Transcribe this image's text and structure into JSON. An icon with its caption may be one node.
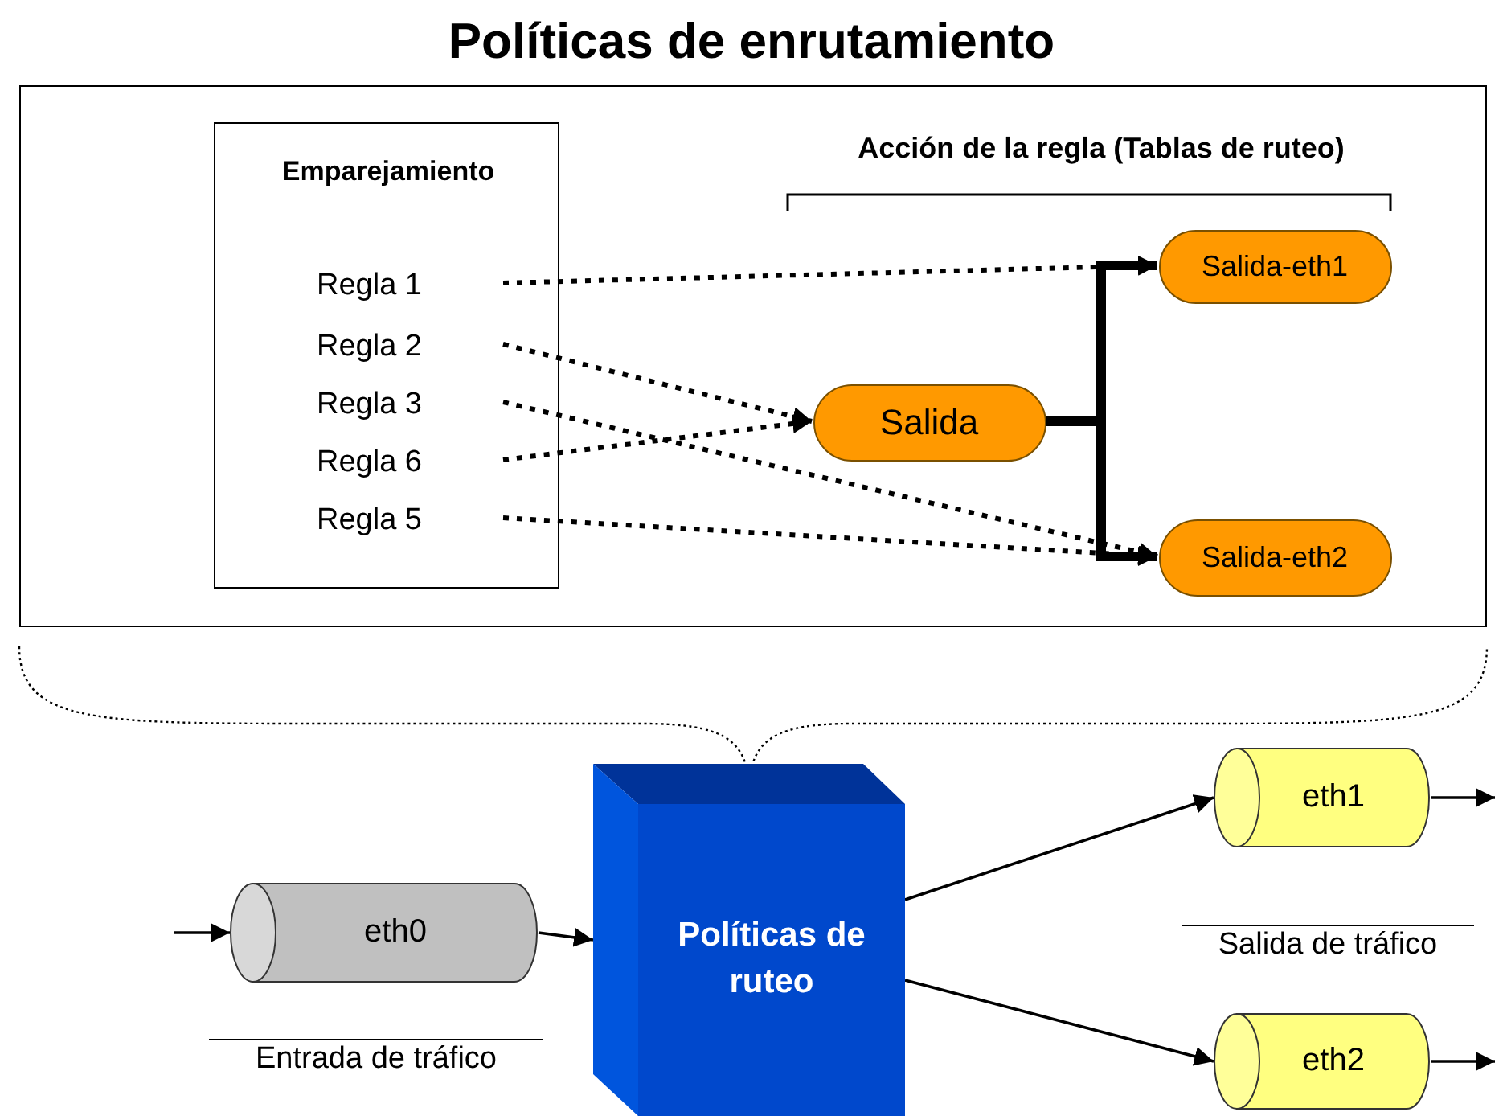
{
  "diagram": {
    "title": "Políticas de enrutamiento",
    "nodes": [
      {
        "text": [],
        "shape": "box"
      },
      {
        "text": [
          "Emparejamiento"
        ],
        "in": 0
      },
      {
        "text": [
          "Regla 1"
        ],
        "in": 1
      },
      {
        "text": [
          "Regla 2"
        ],
        "in": 1
      },
      {
        "text": [
          "Regla 3"
        ],
        "in": 1
      },
      {
        "text": [
          "Regla 6"
        ],
        "in": 1
      },
      {
        "text": [
          "Regla 5"
        ],
        "in": 1
      },
      {
        "text": [
          "Salida"
        ],
        "in": 0
      },
      {
        "text": [
          "Salida-eth1"
        ],
        "in": 0
      },
      {
        "text": [
          "Salida-eth2"
        ],
        "in": 0
      },
      {
        "text": [
          "eth0"
        ]
      },
      {
        "text": [
          "Políticas de ruteo"
        ]
      },
      {
        "text": [
          "eth1"
        ]
      },
      {
        "text": [
          "eth2"
        ]
      }
    ],
    "edges": [
      {
        "from": 2,
        "to": 8,
        "arrow": "to",
        "style": "dashed"
      },
      {
        "from": 3,
        "to": 7,
        "arrow": "to",
        "style": "dashed"
      },
      {
        "from": 4,
        "to": 9,
        "arrow": "to",
        "style": "dashed"
      },
      {
        "from": 5,
        "to": 7,
        "arrow": "to",
        "style": "dashed"
      },
      {
        "from": 6,
        "to": 9,
        "arrow": "to",
        "style": "dashed"
      },
      {
        "from": 7,
        "to": 8,
        "arrow": "to",
        "style": "thick"
      },
      {
        "from": 7,
        "to": 9,
        "arrow": "to",
        "style": "thick"
      },
      {
        "from": null,
        "to": 10,
        "arrow": "to"
      },
      {
        "from": 10,
        "to": 11,
        "arrow": "to"
      },
      {
        "from": 11,
        "to": 12,
        "arrow": "to"
      },
      {
        "from": 11,
        "to": 13,
        "arrow": "to"
      },
      {
        "from": 12,
        "to": null,
        "arrow": "to"
      },
      {
        "from": 13,
        "to": null,
        "arrow": "to"
      }
    ],
    "labels": [
      "Acción de la regla (Tablas de ruteo)",
      "Salida de tráfico",
      "Entrada de tráfico"
    ]
  }
}
